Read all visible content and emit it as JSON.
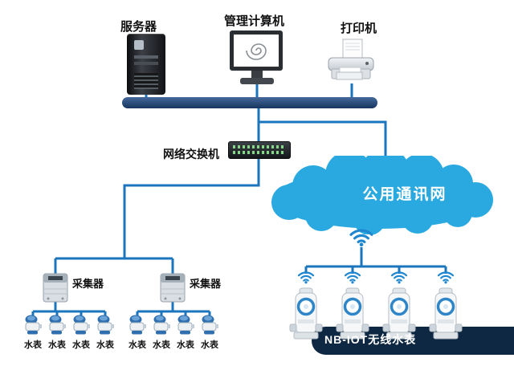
{
  "labels": {
    "server": "服务器",
    "computer": "管理计算机",
    "printer": "打印机",
    "switch": "网络交换机",
    "cloud": "公用通讯网",
    "collector_left": "采集器",
    "collector_right": "采集器",
    "banner": "NB-IOT无线水表"
  },
  "meter_groups": [
    [
      "水表",
      "水表",
      "水表",
      "水表"
    ],
    [
      "水表",
      "水表",
      "水表",
      "水表"
    ]
  ],
  "nb_meter_count": 4,
  "colors": {
    "line": "#1b75bc",
    "backbone": "#16355f",
    "cloud": "#29a9e0",
    "banner": "#0e2742",
    "wifi": "#1f86d0"
  }
}
